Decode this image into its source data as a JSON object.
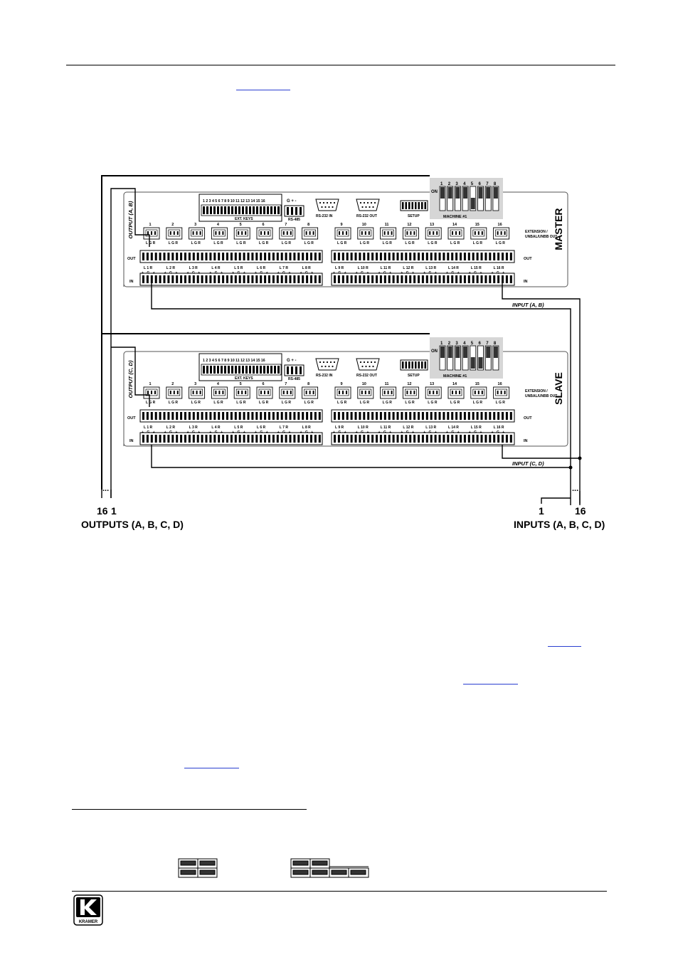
{
  "diagram": {
    "master": {
      "name": "MASTER",
      "output_label": "OUTPUT (A, B)",
      "input_label": "INPUT (A, B)"
    },
    "slave": {
      "name": "SLAVE",
      "output_label": "OUTPUT (C, D)",
      "input_label": "INPUT (C, D)"
    },
    "panel_labels": {
      "ext_keys": "EXT. KEYS",
      "rs485": "RS-485",
      "rs232_in": "RS-232 IN",
      "rs232_out": "RS-232 OUT",
      "setup": "SETUP",
      "machine": "MACHINE #",
      "on": "ON",
      "extension": "EXTENSION /",
      "unbal": "UNBAL/UNBB OUT",
      "out": "OUT",
      "in": "IN",
      "lgr": "L G R"
    },
    "channels": [
      "1",
      "2",
      "3",
      "4",
      "5",
      "6",
      "7",
      "8",
      "9",
      "10",
      "11",
      "12",
      "13",
      "14",
      "15",
      "16"
    ],
    "dip_numbers": [
      "1",
      "2",
      "3",
      "4",
      "5",
      "6",
      "7",
      "8"
    ],
    "outputs": {
      "first": "1",
      "last": "16",
      "dots": "...",
      "label": "OUTPUTS (A, B, C, D)"
    },
    "inputs": {
      "first": "1",
      "last": "16",
      "dots": "...",
      "label": "INPUTS (A, B, C, D)"
    }
  },
  "footer": {
    "logo_text": "KRAMER"
  }
}
